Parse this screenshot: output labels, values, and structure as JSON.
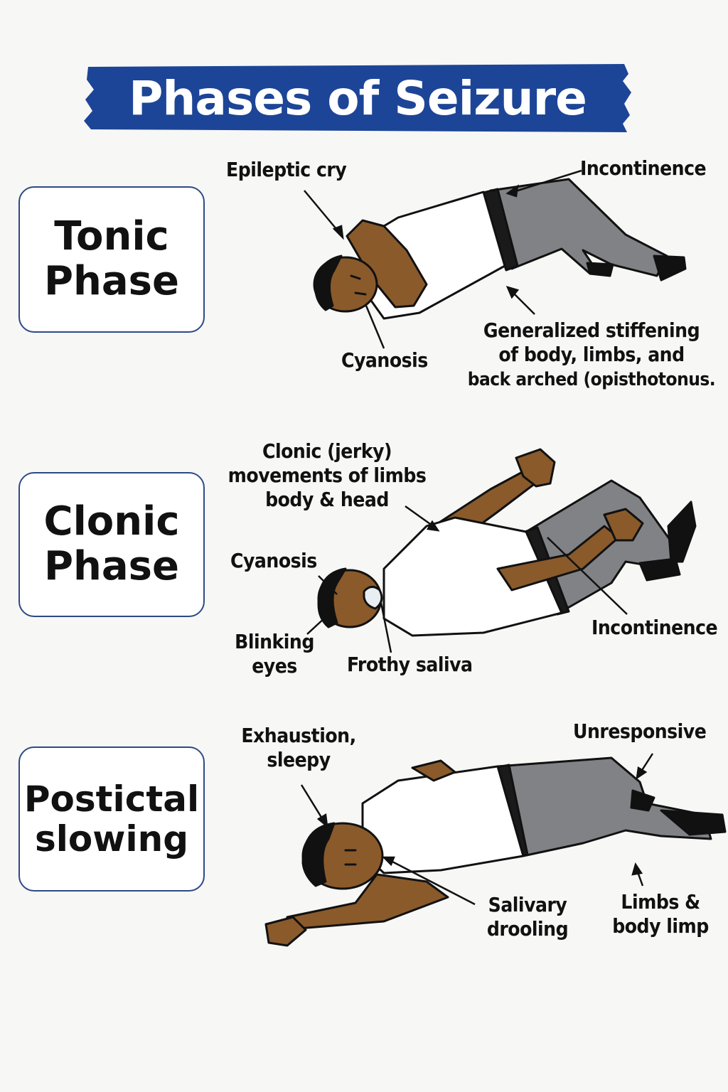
{
  "title": "Phases of Seizure",
  "colors": {
    "banner": "#1d4597",
    "box_border": "#2d4a85",
    "skin": "#8a5a2b",
    "shirt": "#ffffff",
    "pants": "#808285",
    "belt": "#1a1a1a",
    "hair": "#111111"
  },
  "phases": [
    {
      "name_line1": "Tonic",
      "name_line2": "Phase",
      "labels": {
        "epileptic_cry": "Epileptic cry",
        "incontinence": "Incontinence",
        "cyanosis": "Cyanosis",
        "stiffening_1": "Generalized stiffening",
        "stiffening_2": "of body, limbs, and",
        "stiffening_3": "back arched (opisthotonus."
      }
    },
    {
      "name_line1": "Clonic",
      "name_line2": "Phase",
      "labels": {
        "clonic_1": "Clonic (jerky)",
        "clonic_2": "movements of limbs",
        "clonic_3": "body & head",
        "cyanosis": "Cyanosis",
        "blinking_1": "Blinking",
        "blinking_2": "eyes",
        "frothy_saliva": "Frothy saliva",
        "incontinence": "Incontinence"
      }
    },
    {
      "name_line1": "Postictal",
      "name_line2": "slowing",
      "labels": {
        "exhaustion_1": "Exhaustion,",
        "exhaustion_2": "sleepy",
        "unresponsive": "Unresponsive",
        "salivary_1": "Salivary",
        "salivary_2": "drooling",
        "limp_1": "Limbs &",
        "limp_2": "body limp"
      }
    }
  ]
}
